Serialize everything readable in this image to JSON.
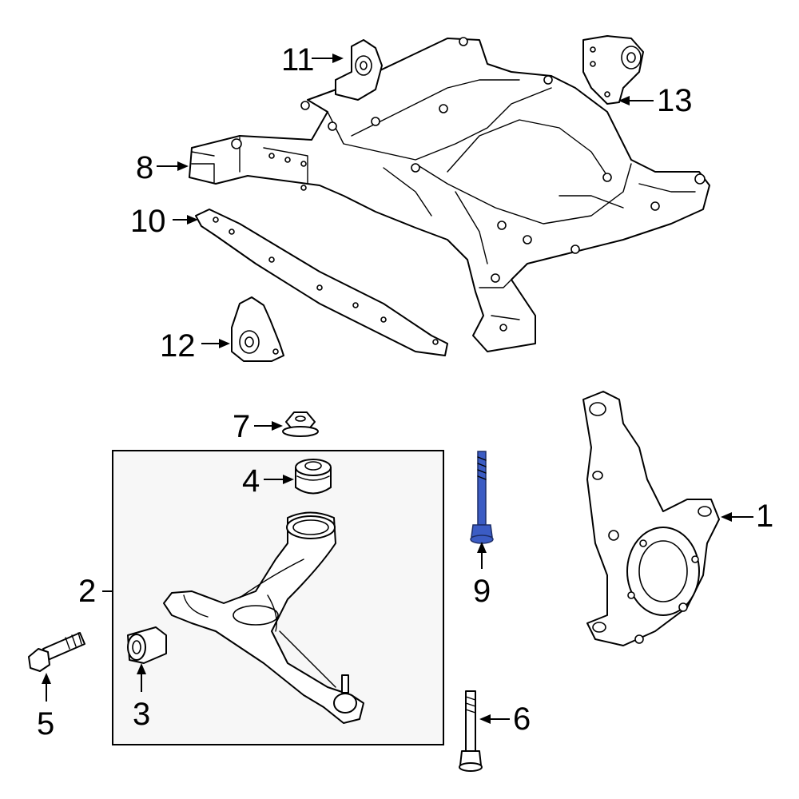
{
  "callouts": [
    {
      "id": "1",
      "label": "1"
    },
    {
      "id": "2",
      "label": "2"
    },
    {
      "id": "3",
      "label": "3"
    },
    {
      "id": "4",
      "label": "4"
    },
    {
      "id": "5",
      "label": "5"
    },
    {
      "id": "6",
      "label": "6"
    },
    {
      "id": "7",
      "label": "7"
    },
    {
      "id": "8",
      "label": "8"
    },
    {
      "id": "9",
      "label": "9"
    },
    {
      "id": "10",
      "label": "10"
    },
    {
      "id": "11",
      "label": "11"
    },
    {
      "id": "12",
      "label": "12"
    },
    {
      "id": "13",
      "label": "13"
    }
  ],
  "highlighted_part": "9",
  "colors": {
    "highlight": "#3b5cc4",
    "line": "#000000",
    "group_box_fill": "#f7f7f7",
    "background": "#ffffff"
  }
}
